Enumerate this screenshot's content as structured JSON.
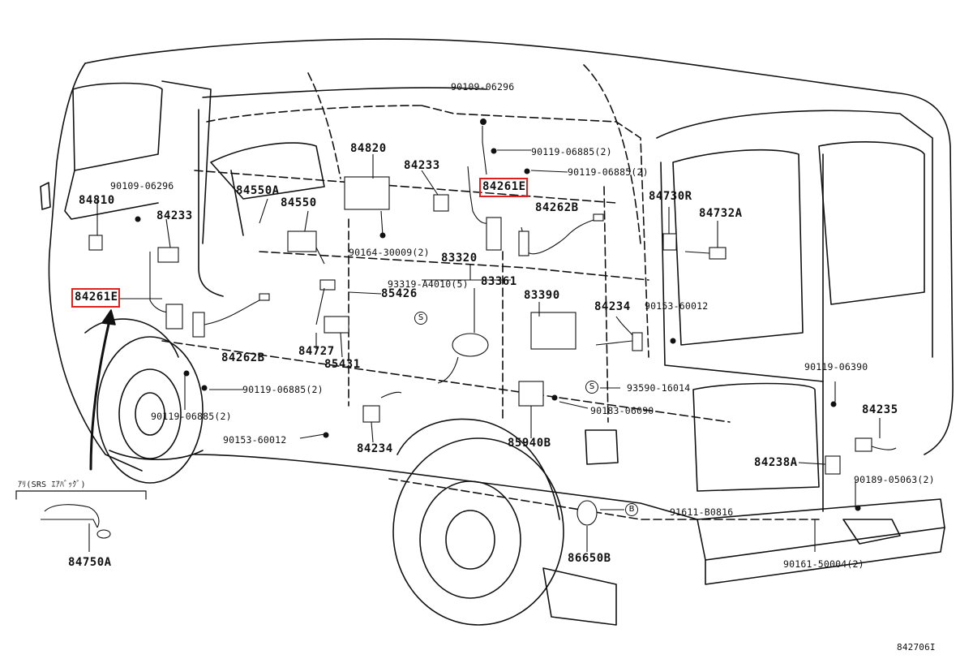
{
  "labels": {
    "p90109_06296_top": "90109-06296",
    "p90119_06885_a": "90119-06885(2)",
    "p90119_06885_b": "90119-06885(2)",
    "p84820": "84820",
    "p84233_top": "84233",
    "p84261e_top": "84261E",
    "p84262b_top": "84262B",
    "p84730r": "84730R",
    "p84732a": "84732A",
    "p90109_06296_left": "90109-06296",
    "p84810": "84810",
    "p84233_left": "84233",
    "p84550a": "84550A",
    "p84550": "84550",
    "p90164_30009": "90164-30009(2)",
    "p83320": "83320",
    "p93319": "93319-A4010(5)",
    "p83361": "83361",
    "p85426": "85426",
    "p83390": "83390",
    "p84234_right": "84234",
    "p90153_60012_right": "90153-60012",
    "p84261e_left": "84261E",
    "p84727": "84727",
    "p85431": "85431",
    "p84262b_left": "84262B",
    "p90119_06885_c": "90119-06885(2)",
    "p90119_06885_d": "90119-06885(2)",
    "p90153_60012_left": "90153-60012",
    "p84234_left": "84234",
    "p93590": "93590-16014",
    "p90183": "90183-06090",
    "p85940b": "85940B",
    "p90119_06390": "90119-06390",
    "p84235": "84235",
    "p84238a": "84238A",
    "p90189": "90189-05063(2)",
    "p91611": "91611-B0816",
    "p86650b": "86650B",
    "p90161": "90161-50004(2)",
    "p84750a": "84750A",
    "srs_note": "ｱﾘ(SRS ｴｱﾊﾞｯｸﾞ)",
    "figure_id": "842706I"
  },
  "markers": {
    "s_symbol": "S",
    "b_symbol": "B"
  },
  "highlight_color": "#e0201c"
}
